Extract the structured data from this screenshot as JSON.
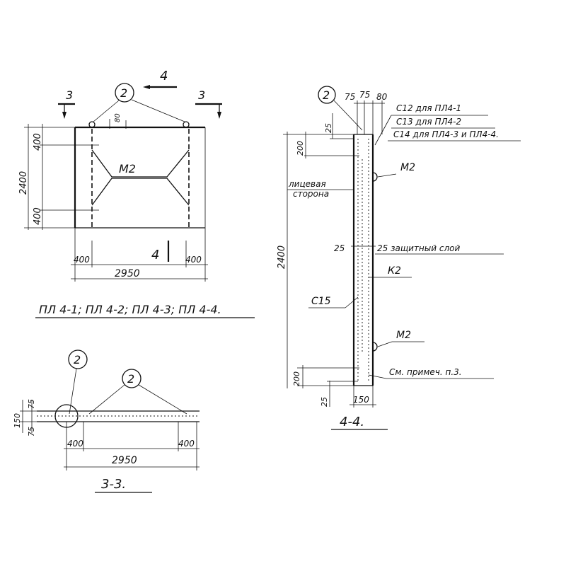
{
  "callouts": {
    "number": "2"
  },
  "view_top": {
    "section_3": "3",
    "section_4": "4",
    "label_m2": "M2",
    "dim_80": "80",
    "dim_2400": "2400",
    "dim_400_top": "400",
    "dim_400_bottom": "400",
    "dim_400_left": "400",
    "dim_400_right": "400",
    "dim_2950": "2950",
    "section_mark": "4",
    "caption": "ПЛ 4-1; ПЛ 4-2; ПЛ 4-3; ПЛ 4-4."
  },
  "view_33": {
    "dim_150": "150",
    "dim_75_top": "75",
    "dim_75_bottom": "75",
    "dim_400_left": "400",
    "dim_400_right": "400",
    "dim_2950": "2950",
    "title": "3-3."
  },
  "view_44": {
    "dim_75_a": "75",
    "dim_75_b": "75",
    "dim_80": "80",
    "dim_25_top": "25",
    "dim_200_top": "200",
    "dim_2400": "2400",
    "dim_200_bottom": "200",
    "dim_25_bottom": "25",
    "dim_150": "150",
    "dim_25_left": "25",
    "label_cover": "25 защитный слой",
    "label_c12": "С12 для ПЛ4-1",
    "label_c13": "С13 для ПЛ4-2",
    "label_c14": "С14 для ПЛ4-3 и ПЛ4-4.",
    "label_m2_top": "М2",
    "label_face_1": "лицевая",
    "label_face_2": "сторона",
    "label_k2": "К2",
    "label_c15": "С15",
    "label_m2_bottom": "М2",
    "label_note": "См. примеч. п.3.",
    "title": "4-4."
  }
}
